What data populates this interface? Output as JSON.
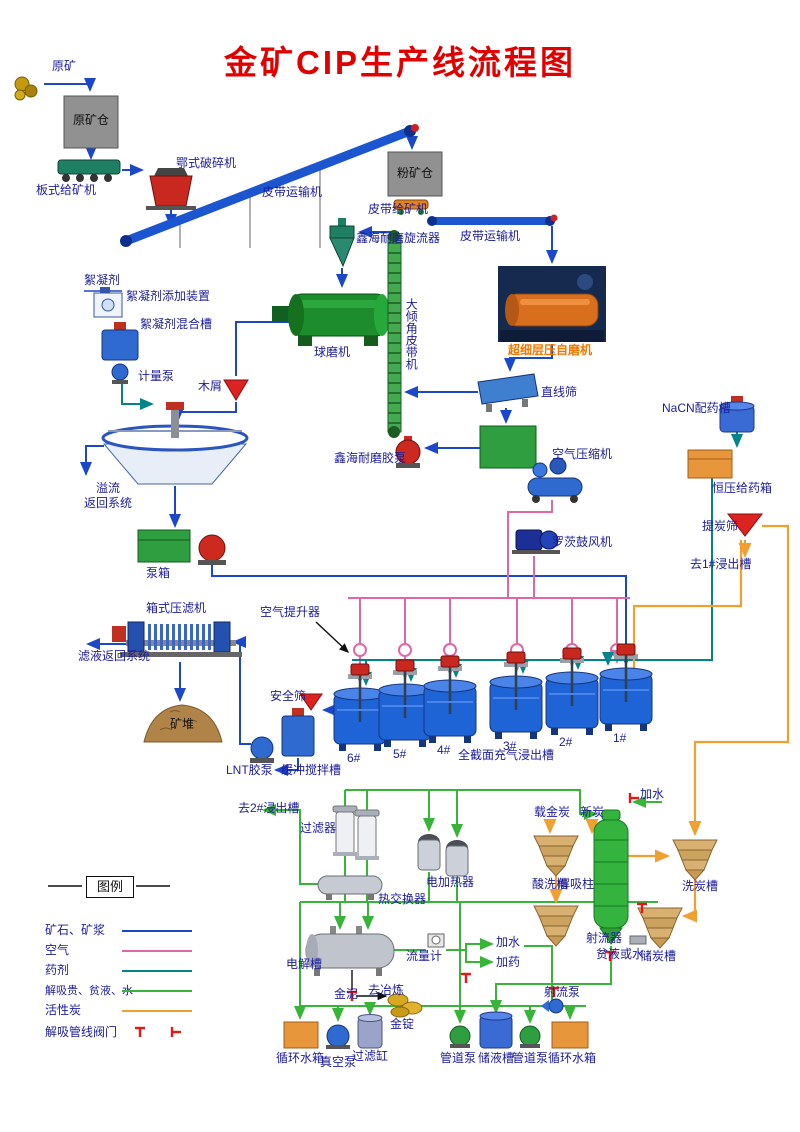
{
  "title": "金矿CIP生产线流程图",
  "colors": {
    "slurry": "#1c47c8",
    "air": "#e066a6",
    "reagent": "#00858a",
    "water": "#38b438",
    "carbon": "#f0a030",
    "valve": "#e81515",
    "label_text": "#1c1c9c",
    "title_text": "#e00000",
    "highlight_text": "#f07800"
  },
  "labels": {
    "raw_ore": "原矿",
    "raw_ore_bin": "原矿仓",
    "plate_feeder": "板式给矿机",
    "jaw_crusher": "鄂式破碎机",
    "belt_conveyor_1": "皮带运输机",
    "fine_ore_bin": "粉矿仓",
    "belt_feeder": "皮带给矿机",
    "belt_conveyor_2": "皮带运输机",
    "cyclone": "鑫海耐磨旋流器",
    "flocculant": "絮凝剂",
    "flocculant_adder": "絮凝剂添加装置",
    "flocculant_mixer": "絮凝剂混合槽",
    "metering_pump": "计量泵",
    "ball_mill": "球磨机",
    "incline_belt": "大倾角皮带机",
    "autogenous_mill": "超细层压自磨机",
    "linear_screen": "直线筛",
    "wood_chips": "木屑",
    "slurry_pump": "鑫海耐磨胶泵",
    "overflow_return_1": "溢流",
    "overflow_return_2": "返回系统",
    "pump_box": "泵箱",
    "air_compressor": "空气压缩机",
    "roots_blower": "罗茨鼓风机",
    "nacn_tank": "NaCN配药槽",
    "dosing_box": "恒压给药箱",
    "carbon_screen": "提炭筛",
    "to_tank1": "去1#浸出槽",
    "filter_press": "箱式压滤机",
    "filtrate_return": "滤液返回系统",
    "ore_pile": "矿堆",
    "air_lifter": "空气提升器",
    "safety_screen": "安全筛",
    "lnt_pump": "LNT胶泵",
    "buffer_tank": "缓冲搅拌槽",
    "leaching_tanks_caption": "全截面充气浸出槽",
    "to_tank2": "去2#浸出槽",
    "filter": "过滤器",
    "heat_exchanger": "热交换器",
    "electric_heater": "电加热器",
    "loaded_carbon": "载金炭",
    "new_carbon": "新炭",
    "add_water_top": "加水",
    "acid_wash_tank": "酸洗槽",
    "desorption_column": "解吸柱",
    "carbon_wash_tank": "洗炭槽",
    "jet_device": "射流器",
    "lean_or_water": "贫液或水",
    "carbon_storage": "储炭槽",
    "electrolysis_tank": "电解槽",
    "flow_meter": "流量计",
    "add_water": "加水",
    "add_reagent": "加药",
    "gold_mud": "金泥",
    "to_smelting": "去冶炼",
    "gold_ingot": "金锭",
    "jet_pump": "射流泵",
    "circ_water_box_1": "循环水箱",
    "vacuum_pump": "真空泵",
    "filter_cylinder": "过滤缸",
    "pipe_pump_1": "管道泵",
    "storage_tank": "储液槽",
    "pipe_pump_2": "管道泵",
    "circ_water_box_2": "循环水箱"
  },
  "tanks": [
    "6#",
    "5#",
    "4#",
    "3#",
    "2#",
    "1#"
  ],
  "legend": {
    "title": "图例",
    "items": [
      {
        "label": "矿石、矿浆",
        "color_key": "slurry"
      },
      {
        "label": "空气",
        "color_key": "air"
      },
      {
        "label": "药剂",
        "color_key": "reagent"
      },
      {
        "label": "解吸贵、贫液、水",
        "color_key": "water"
      },
      {
        "label": "活性炭",
        "color_key": "carbon"
      },
      {
        "label": "解吸管线阀门",
        "color_key": "valve"
      }
    ]
  }
}
